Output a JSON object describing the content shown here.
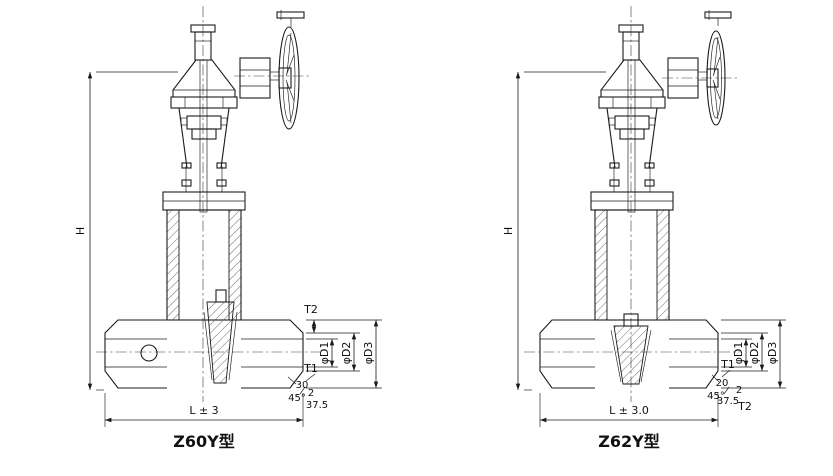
{
  "page": {
    "background": "#ffffff",
    "line_color": "#1b1b1b"
  },
  "left_drawing": {
    "caption": "Z60Y型",
    "dims": {
      "height": "H",
      "length": "L ± 3",
      "t1": "T1",
      "t2": "T2",
      "d1": "φD1",
      "d2": "φD2",
      "d3": "φD3",
      "seat_angle": "30",
      "bevel_angle": "45°",
      "weld_angle": "37.5",
      "root_face": "2"
    }
  },
  "right_drawing": {
    "caption": "Z62Y型",
    "dims": {
      "height": "H",
      "length": "L ± 3.0",
      "t1": "T1",
      "t2": "T2",
      "d1": "φD1",
      "d2": "φD2",
      "d3": "φD3",
      "seat_angle": "20",
      "bevel_angle": "45°",
      "weld_angle": "37.5",
      "root_face": "2"
    }
  }
}
